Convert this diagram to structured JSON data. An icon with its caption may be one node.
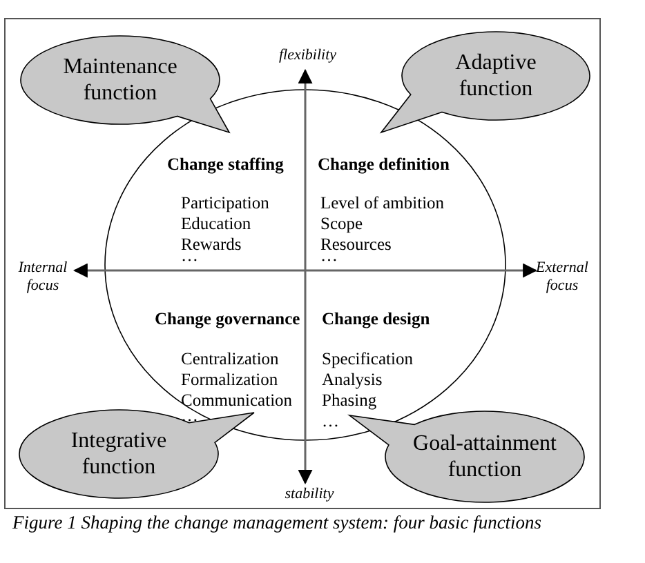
{
  "diagram": {
    "caption": "Figure 1 Shaping the change management system: four basic functions",
    "nodes": [
      {
        "text": [
          "Maintenance function"
        ]
      },
      {
        "text": [
          "Adaptive function"
        ]
      },
      {
        "text": [
          "Integrative function"
        ]
      },
      {
        "text": [
          "Goal-attainment function"
        ]
      }
    ],
    "labels": [
      "flexibility",
      "Change staffing",
      "Participation",
      "Education",
      "Rewards",
      "…",
      "Change definition",
      "Level of ambition",
      "Scope",
      "Resources",
      "…",
      "Internal focus",
      "External focus",
      "Change governance",
      "Centralization",
      "Formalization",
      "Communication",
      "…",
      "Change design",
      "Specification",
      "Analysis",
      "Phasing",
      "…",
      "stability"
    ]
  }
}
